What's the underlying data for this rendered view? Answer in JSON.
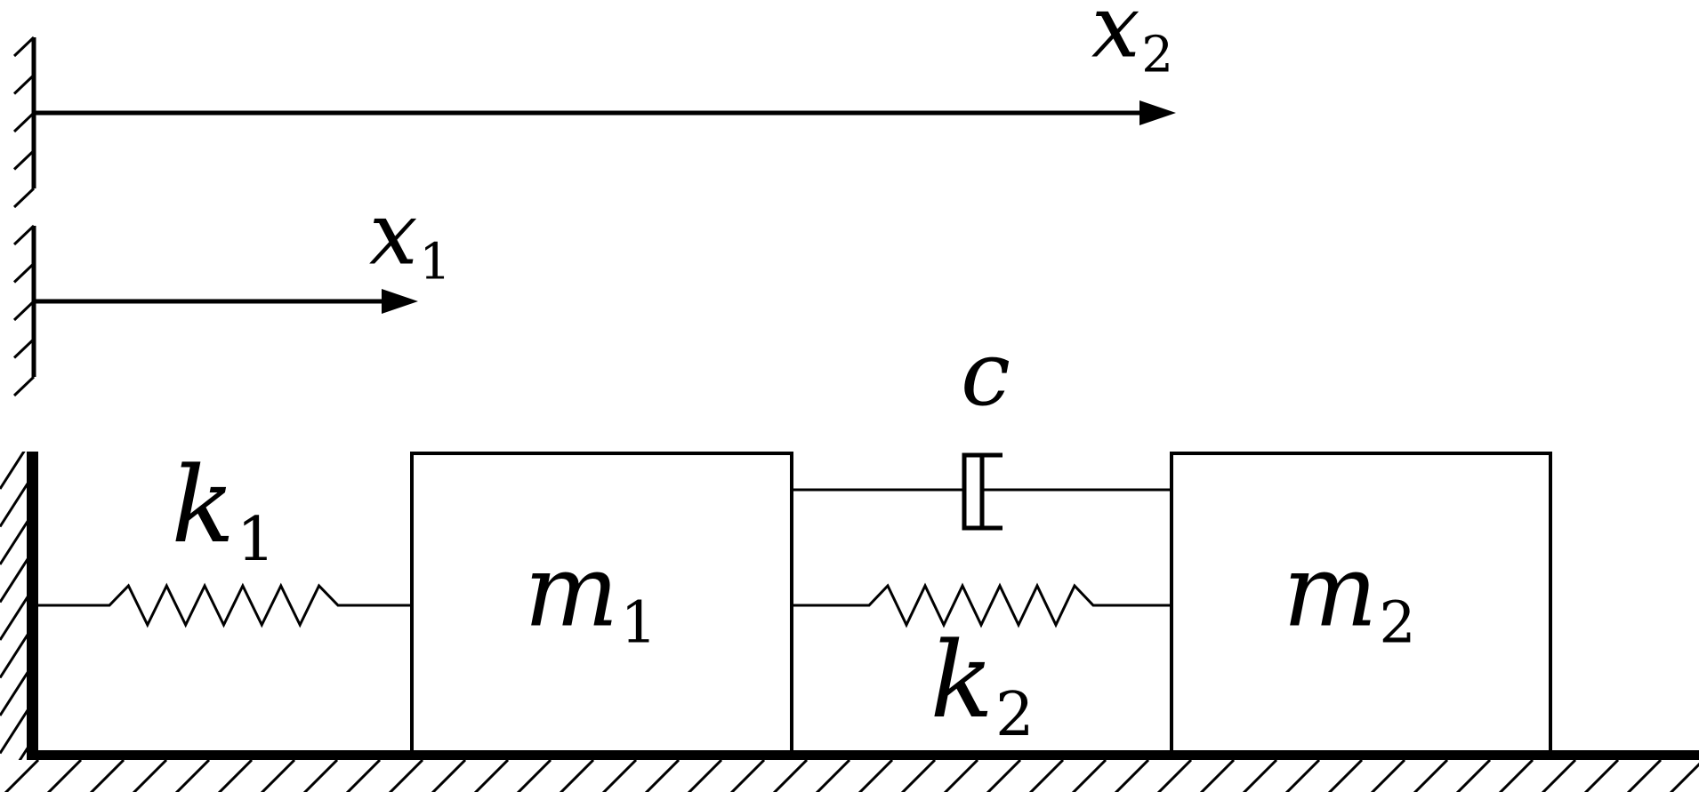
{
  "diagram": {
    "colors": {
      "ink": "#000000",
      "background": "#ffffff"
    },
    "labels": {
      "x1": {
        "base": "x",
        "sub": "1"
      },
      "x2": {
        "base": "x",
        "sub": "2"
      },
      "k1": {
        "base": "k",
        "sub": "1"
      },
      "k2": {
        "base": "k",
        "sub": "2"
      },
      "c": {
        "base": "c",
        "sub": ""
      },
      "m1": {
        "base": "m",
        "sub": "1"
      },
      "m2": {
        "base": "m",
        "sub": "2"
      }
    }
  }
}
